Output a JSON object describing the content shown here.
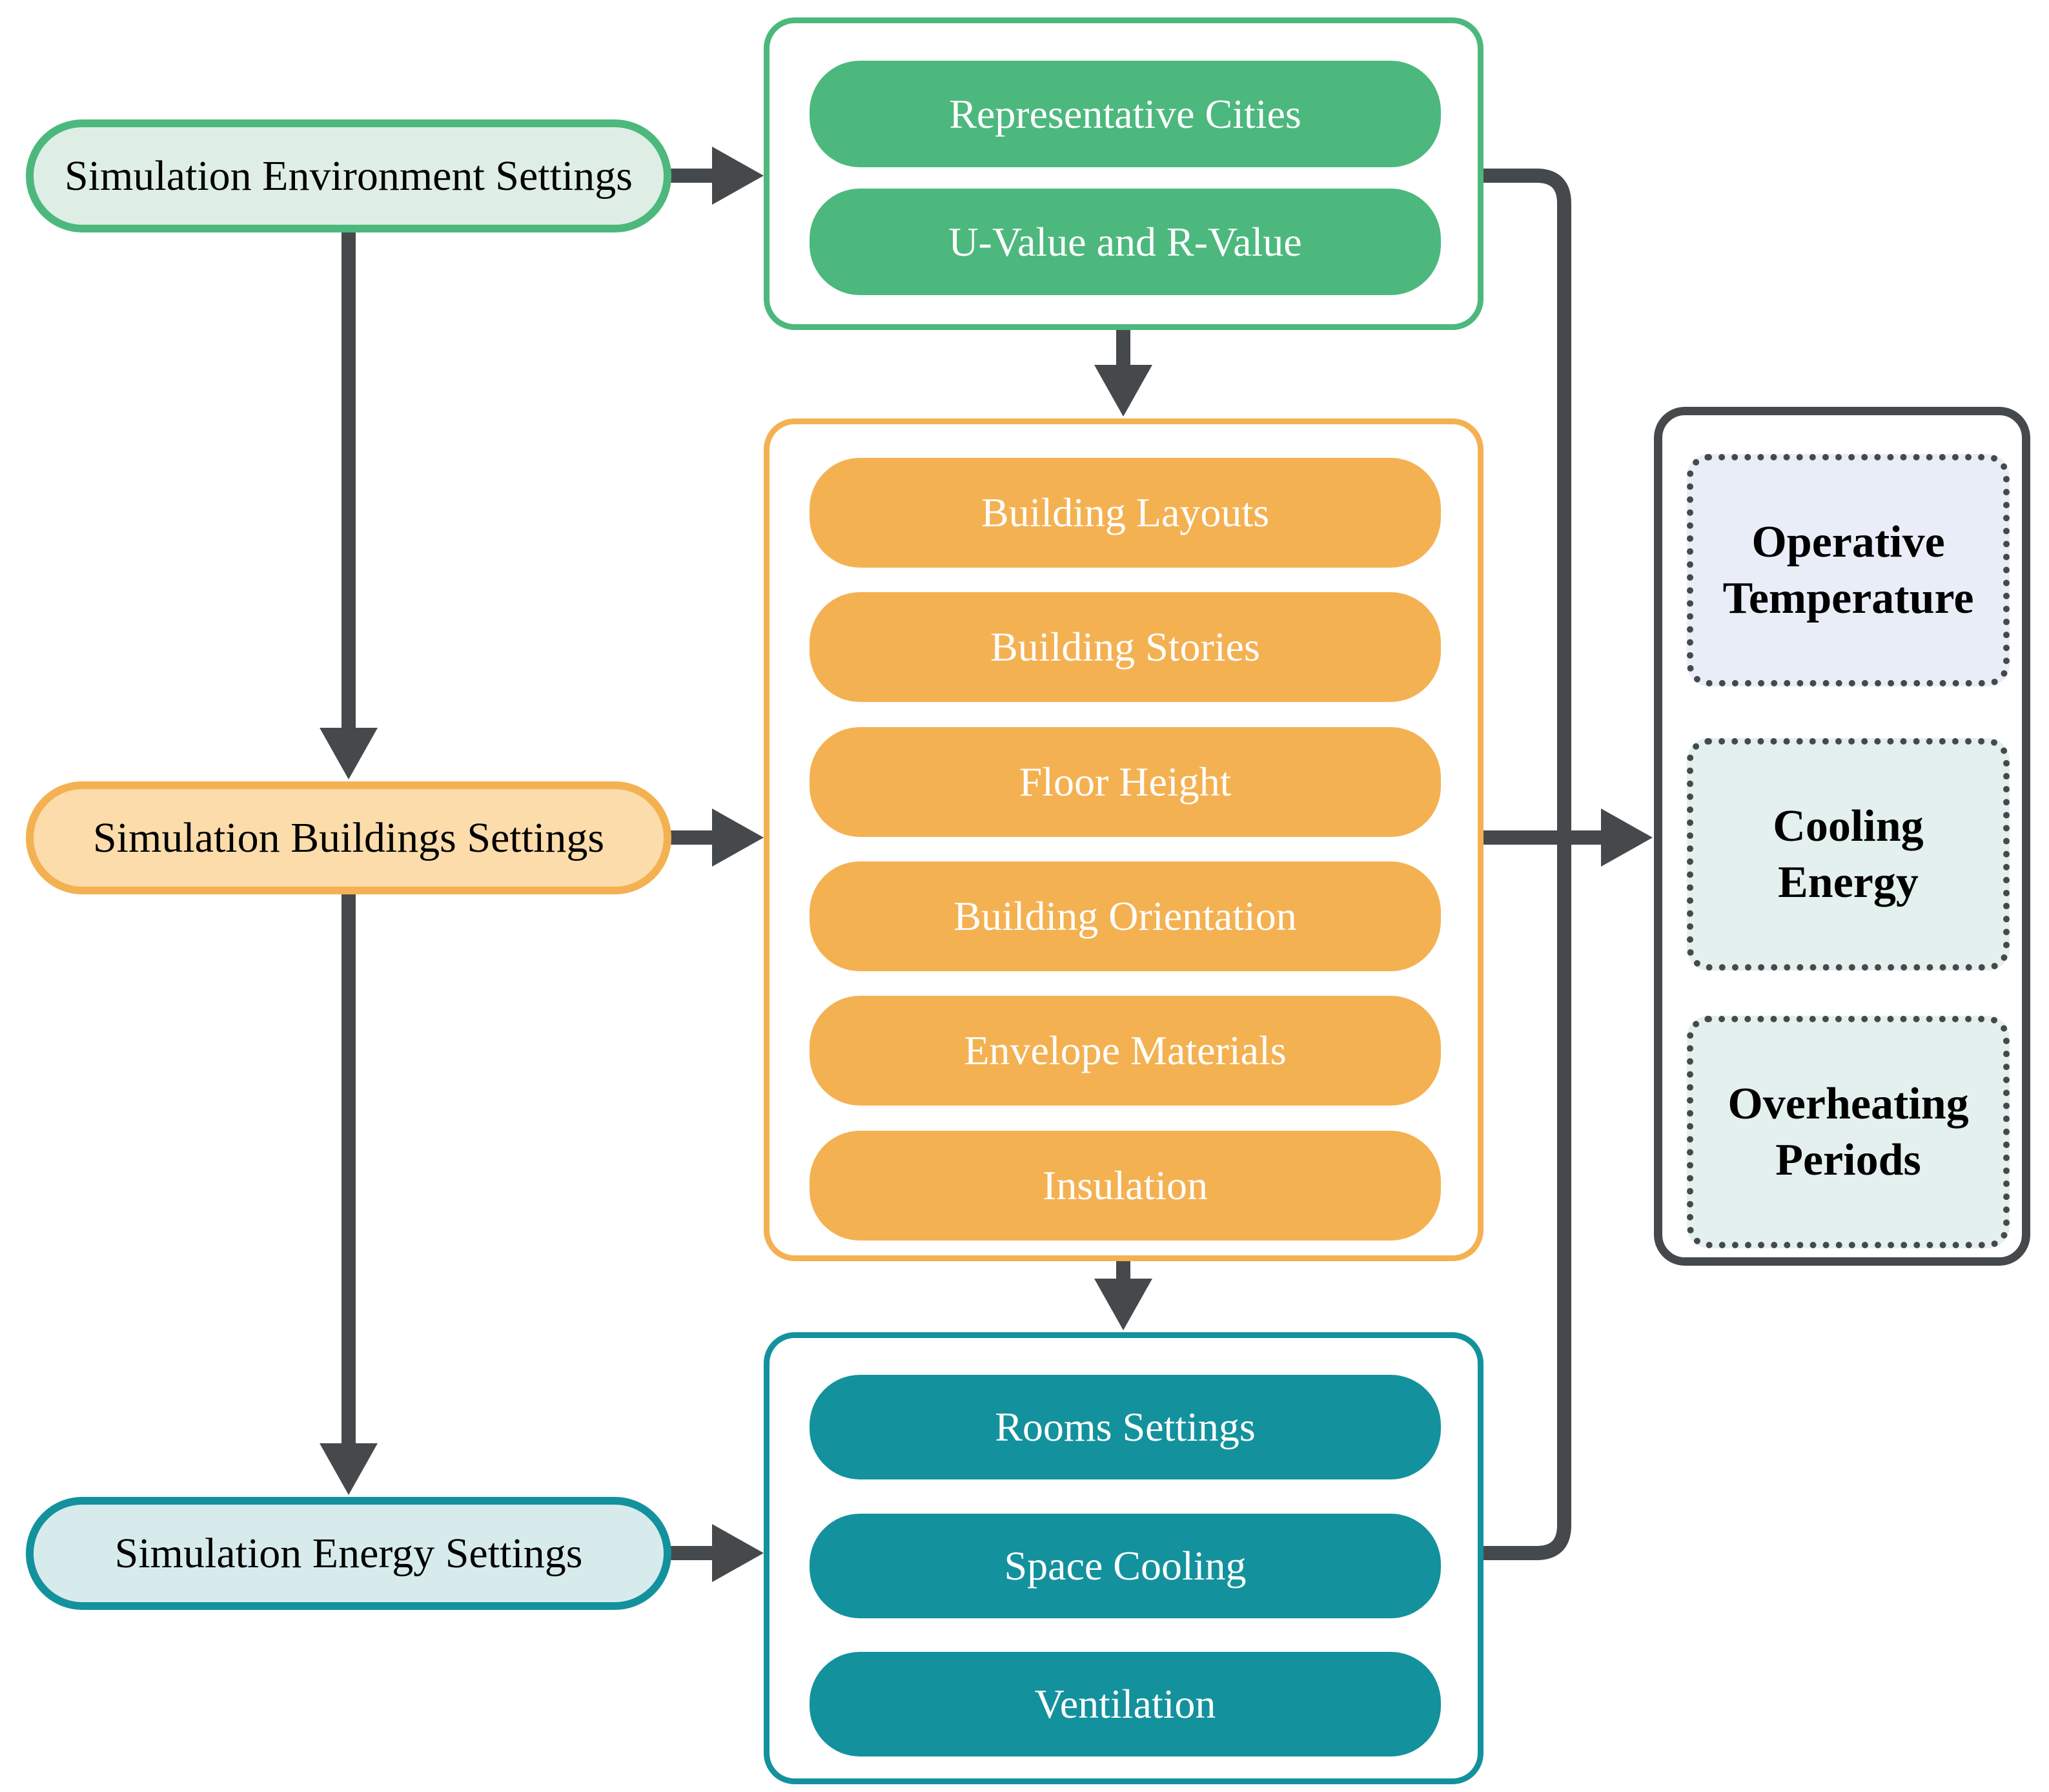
{
  "colors": {
    "green": "#4cb87d",
    "green_light": "#deeee4",
    "orange": "#f4b152",
    "orange_light": "#fbdcaa",
    "teal": "#13929d",
    "teal_light": "#d8ebec",
    "outline_dark": "#46494b",
    "arrow": "#46494b",
    "output_lavender": "#e9edf7",
    "output_mint": "#e3f0ed"
  },
  "left_nodes": [
    {
      "label": "Simulation Environment Settings"
    },
    {
      "label": "Simulation Buildings Settings"
    },
    {
      "label": "Simulation Energy Settings"
    }
  ],
  "groups": [
    {
      "name": "environment-parameters",
      "items": [
        "Representative Cities",
        "U-Value and R-Value"
      ]
    },
    {
      "name": "building-parameters",
      "items": [
        "Building Layouts",
        "Building Stories",
        "Floor Height",
        "Building Orientation",
        "Envelope Materials",
        "Insulation"
      ]
    },
    {
      "name": "energy-parameters",
      "items": [
        "Rooms Settings",
        "Space Cooling",
        "Ventilation"
      ]
    }
  ],
  "outputs": [
    "Operative Temperature",
    "Cooling Energy",
    "Overheating Periods"
  ]
}
